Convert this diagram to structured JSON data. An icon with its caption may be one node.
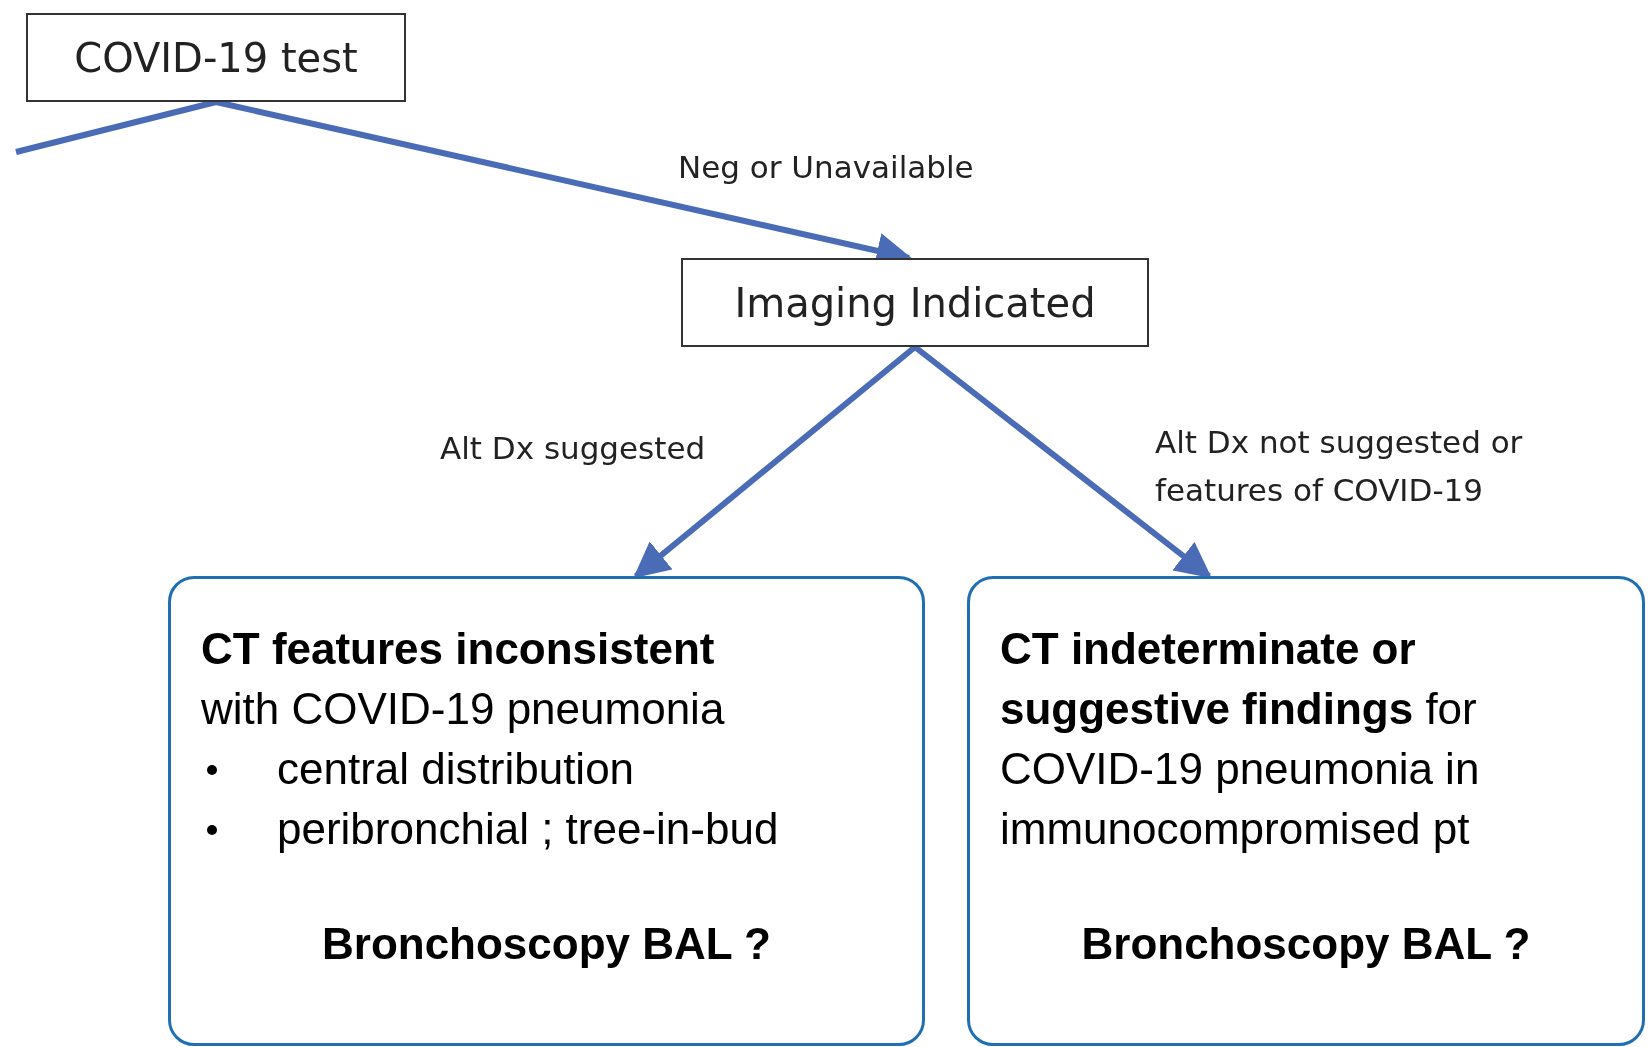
{
  "diagram": {
    "nodes": [
      {
        "text": [
          "COVID-19 test"
        ]
      },
      {
        "text": [
          "Imaging Indicated"
        ]
      },
      {
        "text": [
          "**CT features inconsistent** with COVID-19 pneumonia",
          "central distribution",
          "peribronchial ; tree-in-bud",
          "Bronchoscopy BAL ?"
        ]
      },
      {
        "text": [
          "**CT indeterminate or suggestive findings** for COVID-19 pneumonia in immunocompromised pt",
          "Bronchoscopy BAL ?"
        ]
      }
    ],
    "edges": [
      {
        "from": 0,
        "to": null,
        "arrow": "none"
      },
      {
        "from": 0,
        "to": 1,
        "arrow": "to",
        "label": "Neg or Unavailable"
      },
      {
        "from": 1,
        "to": 2,
        "arrow": "to",
        "label": "Alt Dx suggested"
      },
      {
        "from": 1,
        "to": 3,
        "arrow": "to",
        "label": "Alt Dx not suggested or features of COVID-19"
      }
    ]
  }
}
